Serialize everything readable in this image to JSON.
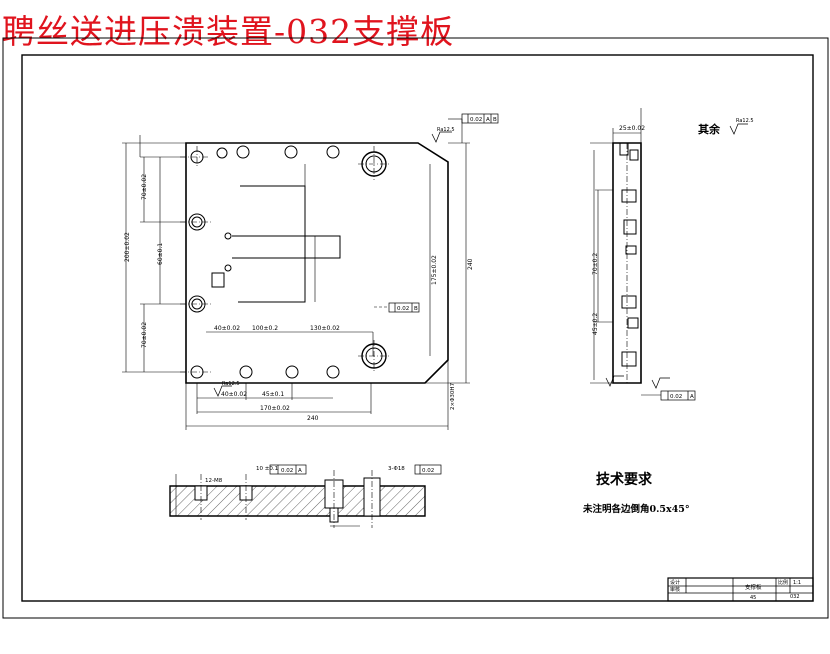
{
  "banner": {
    "title": "聘丝送进压溃装置-032支撑板",
    "color": "#e0141e"
  },
  "drawing": {
    "surface_note": {
      "label": "其余",
      "roughness": "Ra12.5"
    },
    "tech_req": {
      "heading": "技术要求",
      "note": "未注明各边倒角0.5x45°"
    },
    "dims": {
      "overall_width": "240",
      "overall_height": "240",
      "height_a": "200±0.02",
      "height_b": "70±0.02",
      "height_c": "70±0.02",
      "height_d": "60±0.1",
      "width_a": "170±0.02",
      "width_b": "40±0.02",
      "width_c": "45±0.1",
      "width_d": "100±0.2",
      "width_e": "130±0.02",
      "right_h": "175±0.02",
      "right_h2": "240",
      "tol_flat": "0.02",
      "tol_perp": "0.02",
      "datum_a": "A",
      "datum_b": "B",
      "side_thk": "25±0.02",
      "hole_note": "2×Φ30H7",
      "side_h1": "70±0.2",
      "side_h2": "45±0.2",
      "sec_dim": "12-M8",
      "sec_w": "10 ±0.1",
      "sec_d": "3-Φ18"
    }
  },
  "title_block": {
    "designer_label": "设计",
    "checker_label": "审核",
    "part_name": "支撑板",
    "scale_label": "比例",
    "scale_value": "1:1",
    "part_no": "032",
    "material": "45"
  }
}
